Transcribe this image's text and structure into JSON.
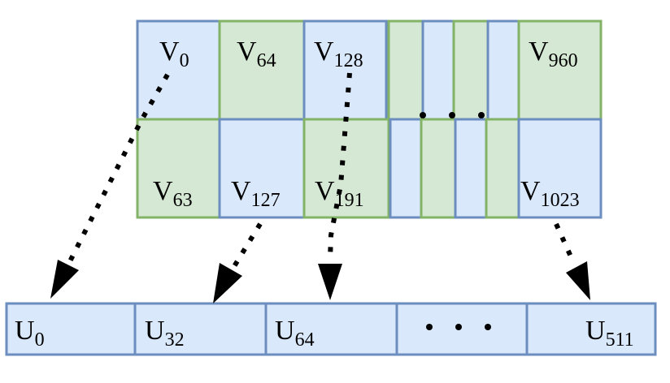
{
  "v_cells": {
    "v0": {
      "base": "V",
      "sub": "0"
    },
    "v64": {
      "base": "V",
      "sub": "64"
    },
    "v128": {
      "base": "V",
      "sub": "128"
    },
    "v960": {
      "base": "V",
      "sub": "960"
    },
    "v63": {
      "base": "V",
      "sub": "63"
    },
    "v127": {
      "base": "V",
      "sub": "127"
    },
    "v191": {
      "base": "V",
      "sub": "191"
    },
    "v1023": {
      "base": "V",
      "sub": "1023"
    }
  },
  "u_cells": {
    "u0": {
      "base": "U",
      "sub": "0"
    },
    "u32": {
      "base": "U",
      "sub": "32"
    },
    "u64": {
      "base": "U",
      "sub": "64"
    },
    "u511": {
      "base": "U",
      "sub": "511"
    }
  }
}
